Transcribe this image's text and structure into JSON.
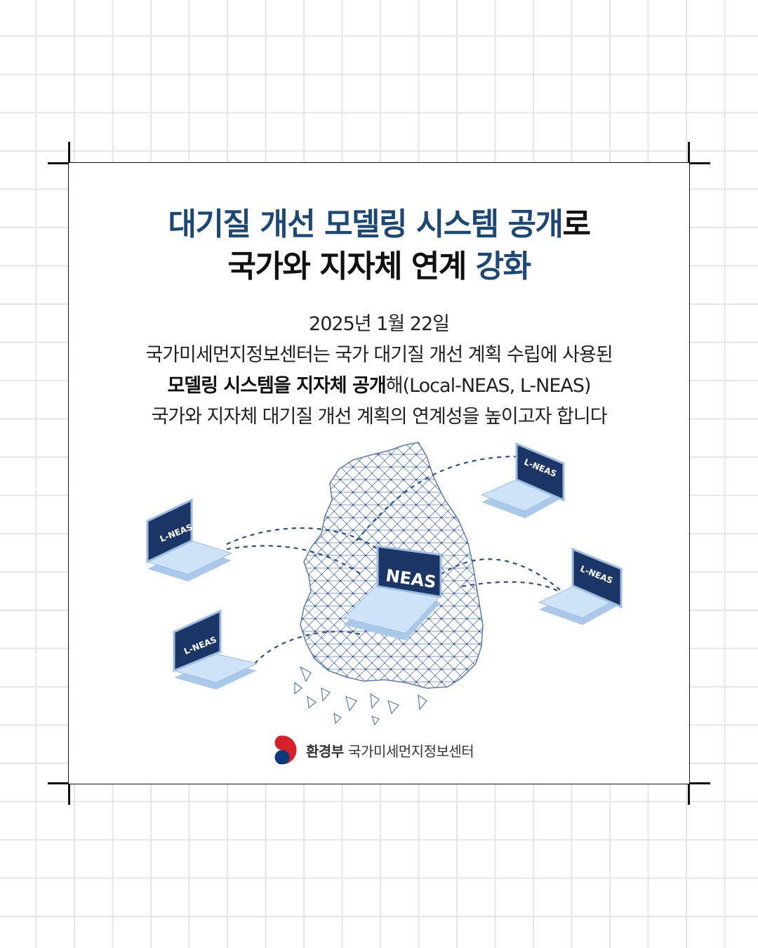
{
  "headline": {
    "line1_blue": "대기질 개선 모델링 시스템 공개",
    "line1_black": "로",
    "line2_black": "국가와 지자체 연계 ",
    "line2_blue": "강화"
  },
  "body": {
    "date": "2025년 1월 22일",
    "line1": "국가미세먼지정보센터는 국가 대기질 개선 계획 수립에 사용된",
    "line2_bold": "모델링 시스템을 지자체 공개",
    "line2_rest": "해(Local-NEAS, L-NEAS)",
    "line3": "국가와 지자체 대기질 개선 계획의 연계성을 높이고자 합니다"
  },
  "illustration": {
    "center_label": "NEAS",
    "laptop_label": "L-NEAS"
  },
  "footer": {
    "ministry": "환경부",
    "center": "국가미세먼지정보센터"
  },
  "colors": {
    "accent_blue": "#1c4878",
    "screen_navy": "#1a3566",
    "laptop_light": "#cfe3f8",
    "network_line": "#4a6a9a"
  }
}
